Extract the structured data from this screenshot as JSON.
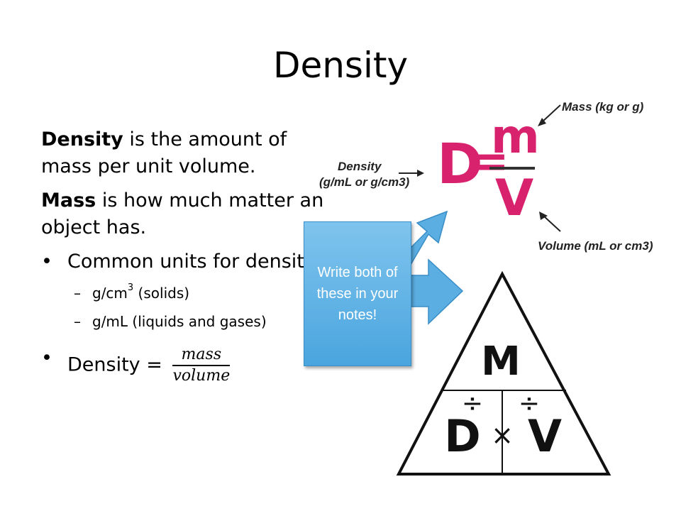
{
  "title": "Density",
  "paragraphs": [
    {
      "bold": "Density",
      "rest": " is the amount of mass per unit volume."
    },
    {
      "bold": "Mass",
      "rest": " is how much matter an object has."
    }
  ],
  "bullets": {
    "units_heading": "Common units for density",
    "unit_solids": {
      "pre": "g/cm",
      "sup": "3",
      "post": " (solids)"
    },
    "unit_liquids": "g/mL (liquids and gases)",
    "density_label": "Density =",
    "fraction": {
      "numerator": "mass",
      "denominator": "volume"
    }
  },
  "formula_image": {
    "mass_label": "Mass (kg or g)",
    "density_label_line1": "Density",
    "density_label_line2": "(g/mL or g/cm3)",
    "volume_label": "Volume (mL or cm3)",
    "letter_d": "D",
    "equals": "=",
    "letter_m": "m",
    "letter_v": "V",
    "accent_color": "#d8226e"
  },
  "callout": {
    "text": "Write both of these in your notes!",
    "color": "#5aaee2"
  },
  "triangle": {
    "top_letter": "M",
    "bottom_left_letter": "D",
    "bottom_right_letter": "V",
    "times": "×",
    "divide": "÷"
  }
}
